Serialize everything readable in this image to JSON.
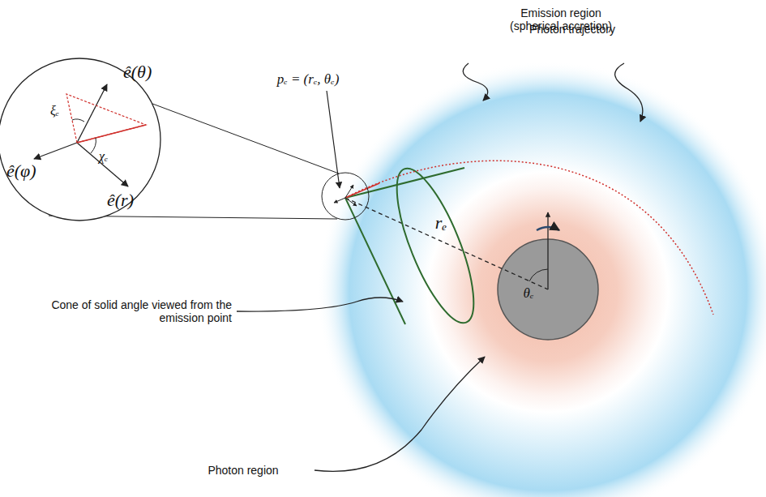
{
  "diagram": {
    "labels": [
      "Emission region (spherical accretion)",
      "Photon trajectory",
      "pₑ = (rₑ, θₑ)",
      "rₑ",
      "θₑ",
      "ê(θ)",
      "ê(φ)",
      "ê(r)",
      "ξₑ",
      "χₑ",
      "Cone of solid angle viewed from the emission point",
      "Photon region"
    ]
  }
}
